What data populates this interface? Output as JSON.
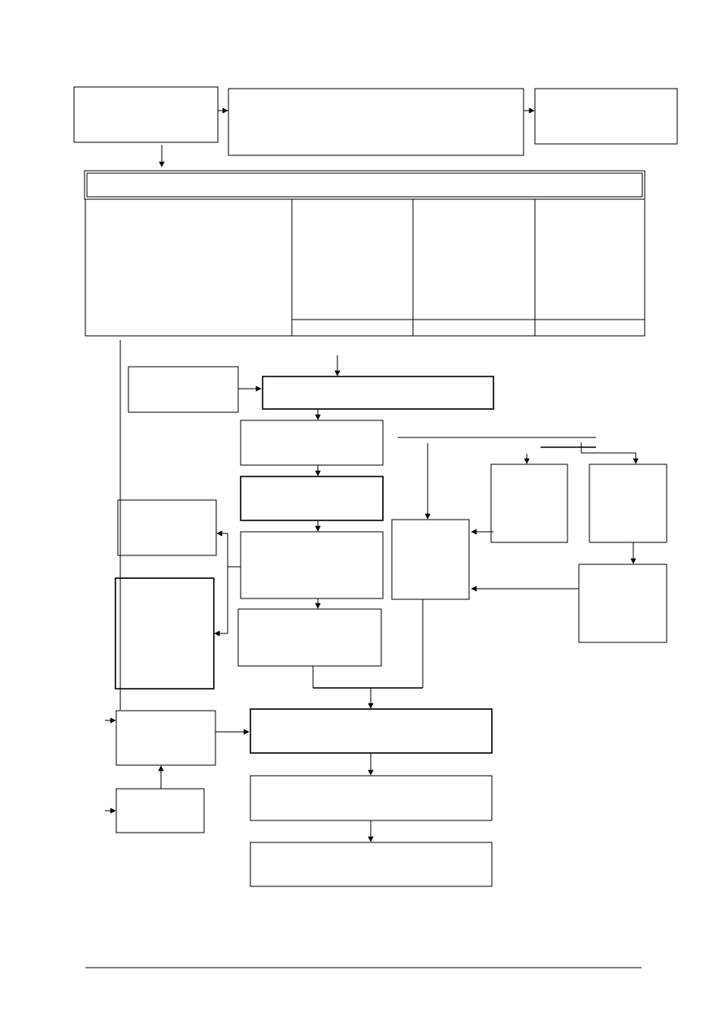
{
  "diagram": {
    "stroke_color": "#000000",
    "background": "#ffffff",
    "boxes": [
      {
        "id": "top-left-box",
        "label": ""
      },
      {
        "id": "top-center-box",
        "label": ""
      },
      {
        "id": "top-right-box",
        "label": ""
      },
      {
        "id": "main-header-band",
        "label": ""
      },
      {
        "id": "main-table-cell-left",
        "label": ""
      },
      {
        "id": "main-table-cell-col2",
        "label": ""
      },
      {
        "id": "main-table-cell-col3",
        "label": ""
      },
      {
        "id": "main-table-cell-col4",
        "label": ""
      },
      {
        "id": "main-table-footer-col2",
        "label": ""
      },
      {
        "id": "main-table-footer-col3",
        "label": ""
      },
      {
        "id": "main-table-footer-col4",
        "label": ""
      },
      {
        "id": "input-box-left",
        "label": ""
      },
      {
        "id": "central-wide-box",
        "label": ""
      },
      {
        "id": "step-box-1",
        "label": ""
      },
      {
        "id": "step-box-2",
        "label": ""
      },
      {
        "id": "step-box-3",
        "label": ""
      },
      {
        "id": "step-box-4",
        "label": ""
      },
      {
        "id": "side-box-upper",
        "label": ""
      },
      {
        "id": "side-box-tall",
        "label": ""
      },
      {
        "id": "merge-box",
        "label": ""
      },
      {
        "id": "branch-box-left",
        "label": ""
      },
      {
        "id": "branch-box-right",
        "label": ""
      },
      {
        "id": "branch-box-lower",
        "label": ""
      },
      {
        "id": "left-box-a",
        "label": ""
      },
      {
        "id": "left-box-b",
        "label": ""
      },
      {
        "id": "final-box-1",
        "label": ""
      },
      {
        "id": "final-box-2",
        "label": ""
      },
      {
        "id": "final-box-3",
        "label": ""
      }
    ]
  }
}
